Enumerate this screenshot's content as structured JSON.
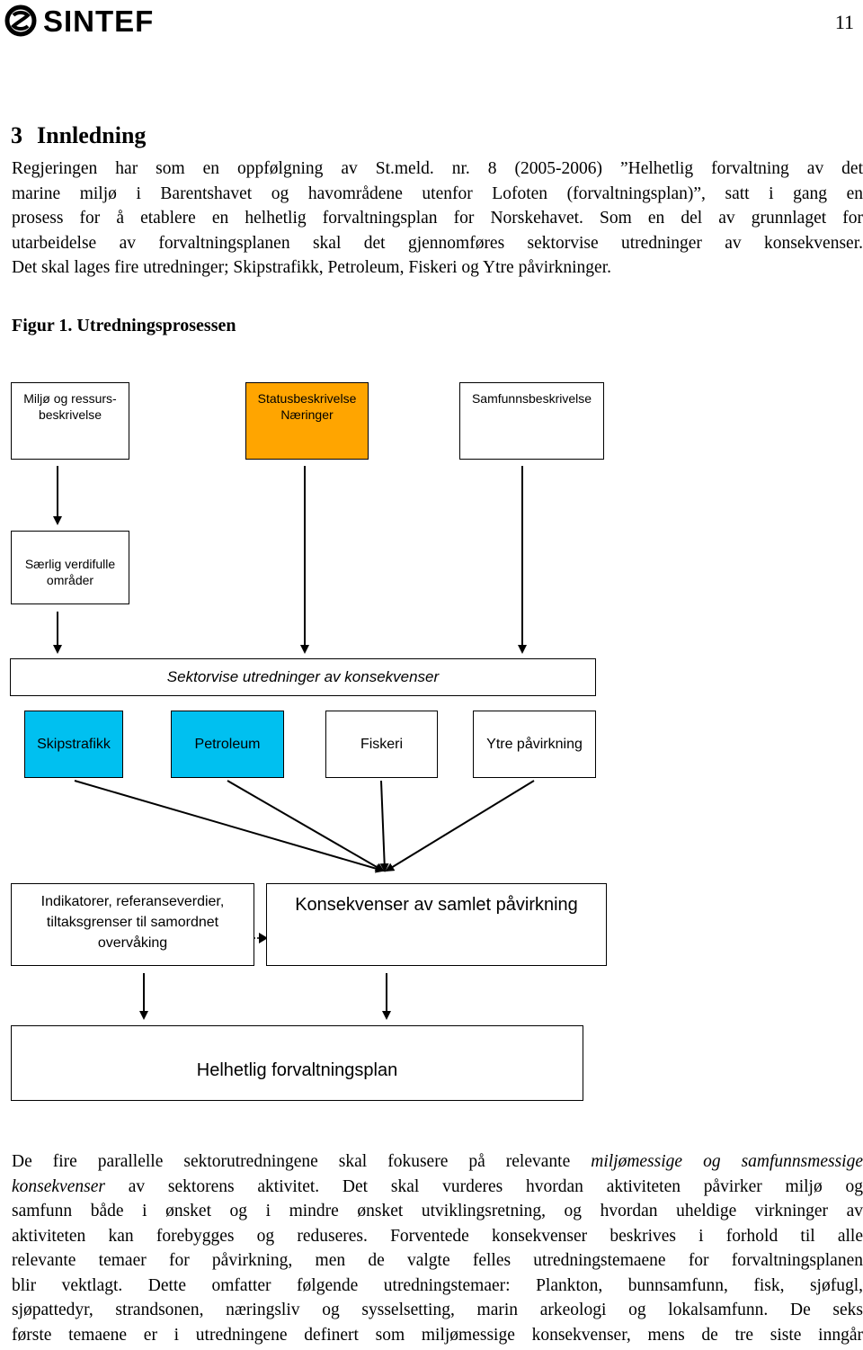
{
  "header": {
    "logo_text": "SINTEF",
    "page_number": "11"
  },
  "section": {
    "number": "3",
    "title": "Innledning"
  },
  "intro_lines": [
    "Regjeringen har som en oppfølgning av St.meld. nr. 8 (2005-2006) ”Helhetlig forvaltning av det",
    "marine miljø i Barentshavet og havområdene utenfor Lofoten (forvaltningsplan)”, satt i gang en",
    "prosess for å etablere en helhetlig forvaltningsplan for Norskehavet. Som en del av grunnlaget for",
    "utarbeidelse av forvaltningsplanen skal det gjennomføres sektorvise utredninger av konsekvenser.",
    "Det skal lages fire utredninger; Skipstrafikk, Petroleum, Fiskeri og Ytre påvirkninger."
  ],
  "figure": {
    "caption": "Figur 1. Utredningsprosessen",
    "boxes": {
      "miljo_line1": "Miljø og ressurs-",
      "miljo_line2": "beskrivelse",
      "status_line1": "Statusbeskrivelse",
      "status_line2": "Næringer",
      "samfunn": "Samfunnsbeskrivelse",
      "saerlig_line1": "Særlig verdifulle",
      "saerlig_line2": "områder",
      "sektorvise": "Sektorvise utredninger av konsekvenser",
      "skipstrafikk": "Skipstrafikk",
      "petroleum": "Petroleum",
      "fiskeri": "Fiskeri",
      "ytre": "Ytre påvirkning",
      "indikatorer_line1": "Indikatorer, referanseverdier,",
      "indikatorer_line2": "tiltaksgrenser til samordnet",
      "indikatorer_line3": "overvåking",
      "konsekvenser": "Konsekvenser av samlet påvirkning",
      "helhetlig": "Helhetlig forvaltningsplan"
    },
    "colors": {
      "status_fill": "#ffa500",
      "sector_fill": "#00c0f0"
    }
  },
  "body": {
    "l1_a": "De fire parallelle sektorutredningene skal fokusere på relevante ",
    "l1_b": "miljømessige og samfunnsmessige",
    "l2_a": "konsekvenser",
    "l2_b": " av sektorens aktivitet. Det skal vurderes hvordan aktiviteten påvirker miljø og",
    "l3": "samfunn både i ønsket og i mindre ønsket utviklingsretning, og hvordan uheldige virkninger av",
    "l4": "aktiviteten kan forebygges og reduseres. Forventede konsekvenser beskrives i forhold til alle",
    "l5": "relevante temaer for påvirkning, men de valgte felles utredningstemaene for forvaltningsplanen",
    "l6": "blir vektlagt. Dette omfatter følgende utredningstemaer: Plankton, bunnsamfunn, fisk, sjøfugl,",
    "l7": "sjøpattedyr, strandsonen, næringsliv og sysselsetting, marin arkeologi og lokalsamfunn. De seks",
    "l8": "første temaene er i utredningene definert som miljømessige konsekvenser, mens de tre siste inngår"
  }
}
